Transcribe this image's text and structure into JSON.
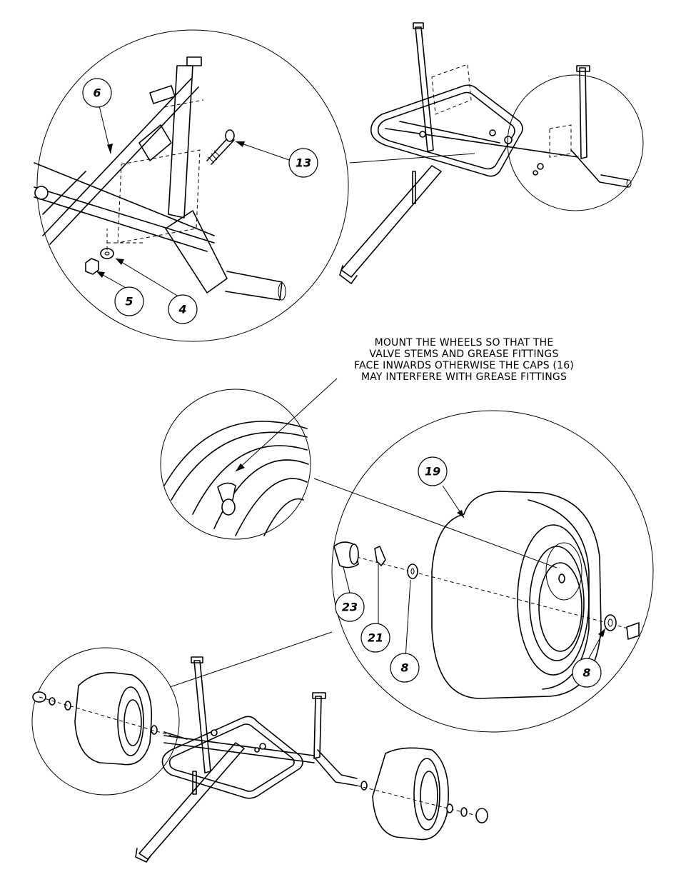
{
  "note": {
    "lines": [
      "MOUNT THE WHEELS SO THAT THE",
      "VALVE STEMS AND GREASE FITTINGS",
      "FACE INWARDS OTHERWISE THE CAPS (16)",
      "MAY INTERFERE WITH GREASE FITTINGS"
    ]
  },
  "callouts": {
    "c6": "6",
    "c13": "13",
    "c5": "5",
    "c4": "4",
    "c19": "19",
    "c23": "23",
    "c21": "21",
    "c8a": "8",
    "c8b": "8"
  }
}
